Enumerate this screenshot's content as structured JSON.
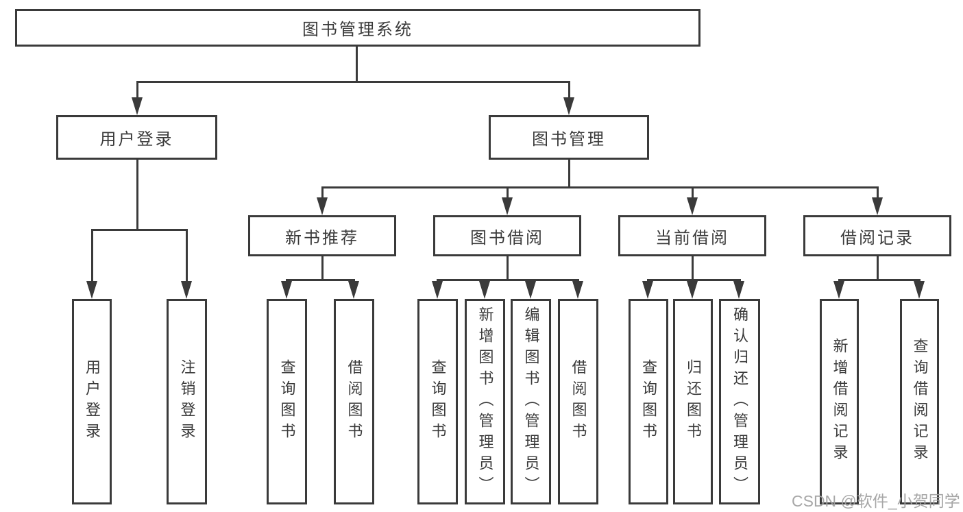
{
  "diagram": {
    "root": {
      "label": "图书管理系统"
    },
    "branches": [
      {
        "label": "用户登录",
        "children": [
          {
            "label": "用户登录"
          },
          {
            "label": "注销登录"
          }
        ]
      },
      {
        "label": "图书管理",
        "children": [
          {
            "label": "新书推荐",
            "children": [
              {
                "label": "查询图书"
              },
              {
                "label": "借阅图书"
              }
            ]
          },
          {
            "label": "图书借阅",
            "children": [
              {
                "label": "查询图书"
              },
              {
                "label": "新增图书（管理员）"
              },
              {
                "label": "编辑图书（管理员）"
              },
              {
                "label": "借阅图书"
              }
            ]
          },
          {
            "label": "当前借阅",
            "children": [
              {
                "label": "查询图书"
              },
              {
                "label": "归还图书"
              },
              {
                "label": "确认归还（管理员）"
              }
            ]
          },
          {
            "label": "借阅记录",
            "children": [
              {
                "label": "新增借阅记录"
              },
              {
                "label": "查询借阅记录"
              }
            ]
          }
        ]
      }
    ]
  },
  "watermark": {
    "text": "CSDN @软件_小贺同学"
  },
  "colors": {
    "line": "#3a3a3a",
    "text": "#3a3a3a",
    "watermark": "#a0a0a0",
    "background": "#ffffff"
  }
}
